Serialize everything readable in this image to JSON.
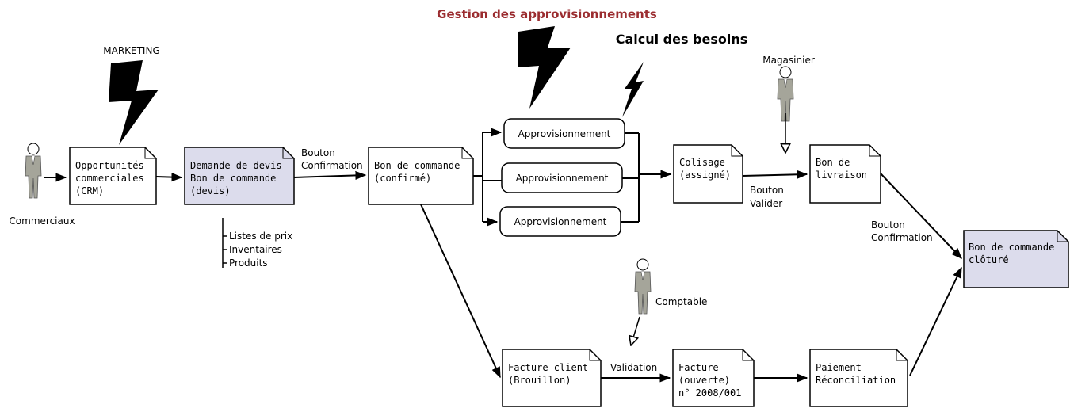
{
  "colors": {
    "title_red": "#9b2d30",
    "doc_highlight": "#dcdcec",
    "actor_body": "#a5a59a",
    "stroke": "#000000"
  },
  "titles": {
    "main": "Gestion des approvisionnements",
    "calc": "Calcul des besoins",
    "marketing": "MARKETING"
  },
  "actors": {
    "commerciaux": "Commerciaux",
    "magasinier": "Magasinier",
    "comptable": "Comptable"
  },
  "docs": {
    "crm": [
      "Opportunités",
      "commerciales",
      "(CRM)"
    ],
    "devis": [
      "Demande de devis",
      "Bon de commande",
      "(devis)"
    ],
    "bc": [
      "Bon de commande",
      "(confirmé)"
    ],
    "colisage": [
      "Colisage",
      "(assigné)"
    ],
    "livraison": [
      "Bon de",
      "livraison"
    ],
    "cloture": [
      "Bon de commande",
      "clôturé"
    ],
    "facture_client": [
      "Facture client",
      "(Brouillon)"
    ],
    "facture": [
      "Facture",
      "(ouverte)",
      "n° 2008/001"
    ],
    "paiement": [
      "Paiement",
      "Réconciliation"
    ]
  },
  "processes": {
    "appro1": "Approvisionnement",
    "appro2": "Approvisionnement",
    "appro3": "Approvisionnement"
  },
  "edge_labels": {
    "bouton_confirmation_1": [
      "Bouton",
      "Confirmation"
    ],
    "bouton_valider": [
      "Bouton",
      "Valider"
    ],
    "bouton_confirmation_2": [
      "Bouton",
      "Confirmation"
    ],
    "validation": "Validation"
  },
  "lists": {
    "devis_inputs": [
      "Listes de prix",
      "Inventaires",
      "Produits"
    ]
  },
  "icons": {
    "bolt": "lightning-bolt-icon",
    "actor": "person-icon"
  }
}
